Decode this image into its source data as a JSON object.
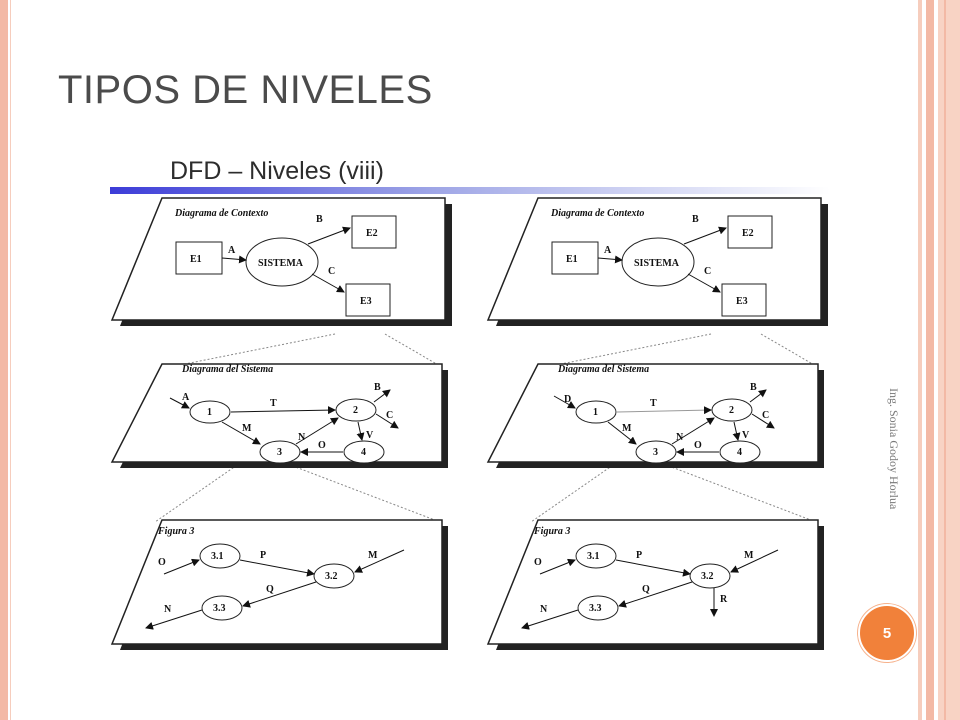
{
  "slide": {
    "title": "TIPOS DE NIVELES",
    "credit": "Ing. Sonia Godoy Horlua",
    "page_number": "5",
    "accent_color": "#f1813a",
    "border_color": "#f3b9a5"
  },
  "figure": {
    "heading": "DFD – Niveles (viii)",
    "left": {
      "context": {
        "label": "Diagrama de Contexto",
        "entities": [
          "E1",
          "E2",
          "E3"
        ],
        "process": "SISTEMA",
        "flows": [
          "A",
          "B",
          "C"
        ]
      },
      "system": {
        "label": "Diagrama del Sistema",
        "processes": [
          "1",
          "2",
          "3",
          "4"
        ],
        "flows": [
          "A",
          "T",
          "B",
          "C",
          "M",
          "N",
          "O",
          "V"
        ]
      },
      "figure3": {
        "label": "Figura 3",
        "processes": [
          "3.1",
          "3.2",
          "3.3"
        ],
        "flows": [
          "O",
          "P",
          "M",
          "Q",
          "N"
        ]
      }
    },
    "right": {
      "context": {
        "label": "Diagrama de Contexto",
        "entities": [
          "E1",
          "E2",
          "E3"
        ],
        "process": "SISTEMA",
        "flows": [
          "A",
          "B",
          "C"
        ]
      },
      "system": {
        "label": "Diagrama del Sistema",
        "processes": [
          "1",
          "2",
          "3",
          "4"
        ],
        "flows": [
          "D",
          "T",
          "B",
          "C",
          "M",
          "N",
          "O",
          "V"
        ]
      },
      "figure3": {
        "label": "Figura 3",
        "processes": [
          "3.1",
          "3.2",
          "3.3"
        ],
        "flows": [
          "O",
          "P",
          "M",
          "Q",
          "N",
          "R"
        ]
      }
    }
  }
}
